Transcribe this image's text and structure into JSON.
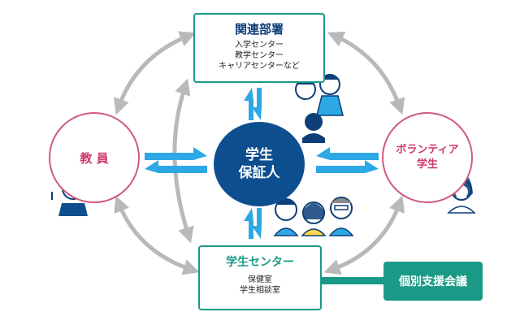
{
  "center": {
    "line1": "学生",
    "line2": "保証人"
  },
  "related_depts": {
    "title": "関連部署",
    "items": [
      "入学センター",
      "教学センター",
      "キャリアセンターなど"
    ]
  },
  "faculty": {
    "label": "教 員"
  },
  "volunteers": {
    "line1": "ボランティア",
    "line2": "学生"
  },
  "student_center": {
    "title": "学生センター",
    "items": [
      "保健室",
      "学生相談室"
    ]
  },
  "meeting": {
    "label": "個別支援会議"
  },
  "colors": {
    "teal": "#1a9a86",
    "navy": "#0d4f8e",
    "pink": "#cf5b80",
    "arrow_blue": "#2da8e4",
    "arrow_gray": "#b9b9b9"
  }
}
